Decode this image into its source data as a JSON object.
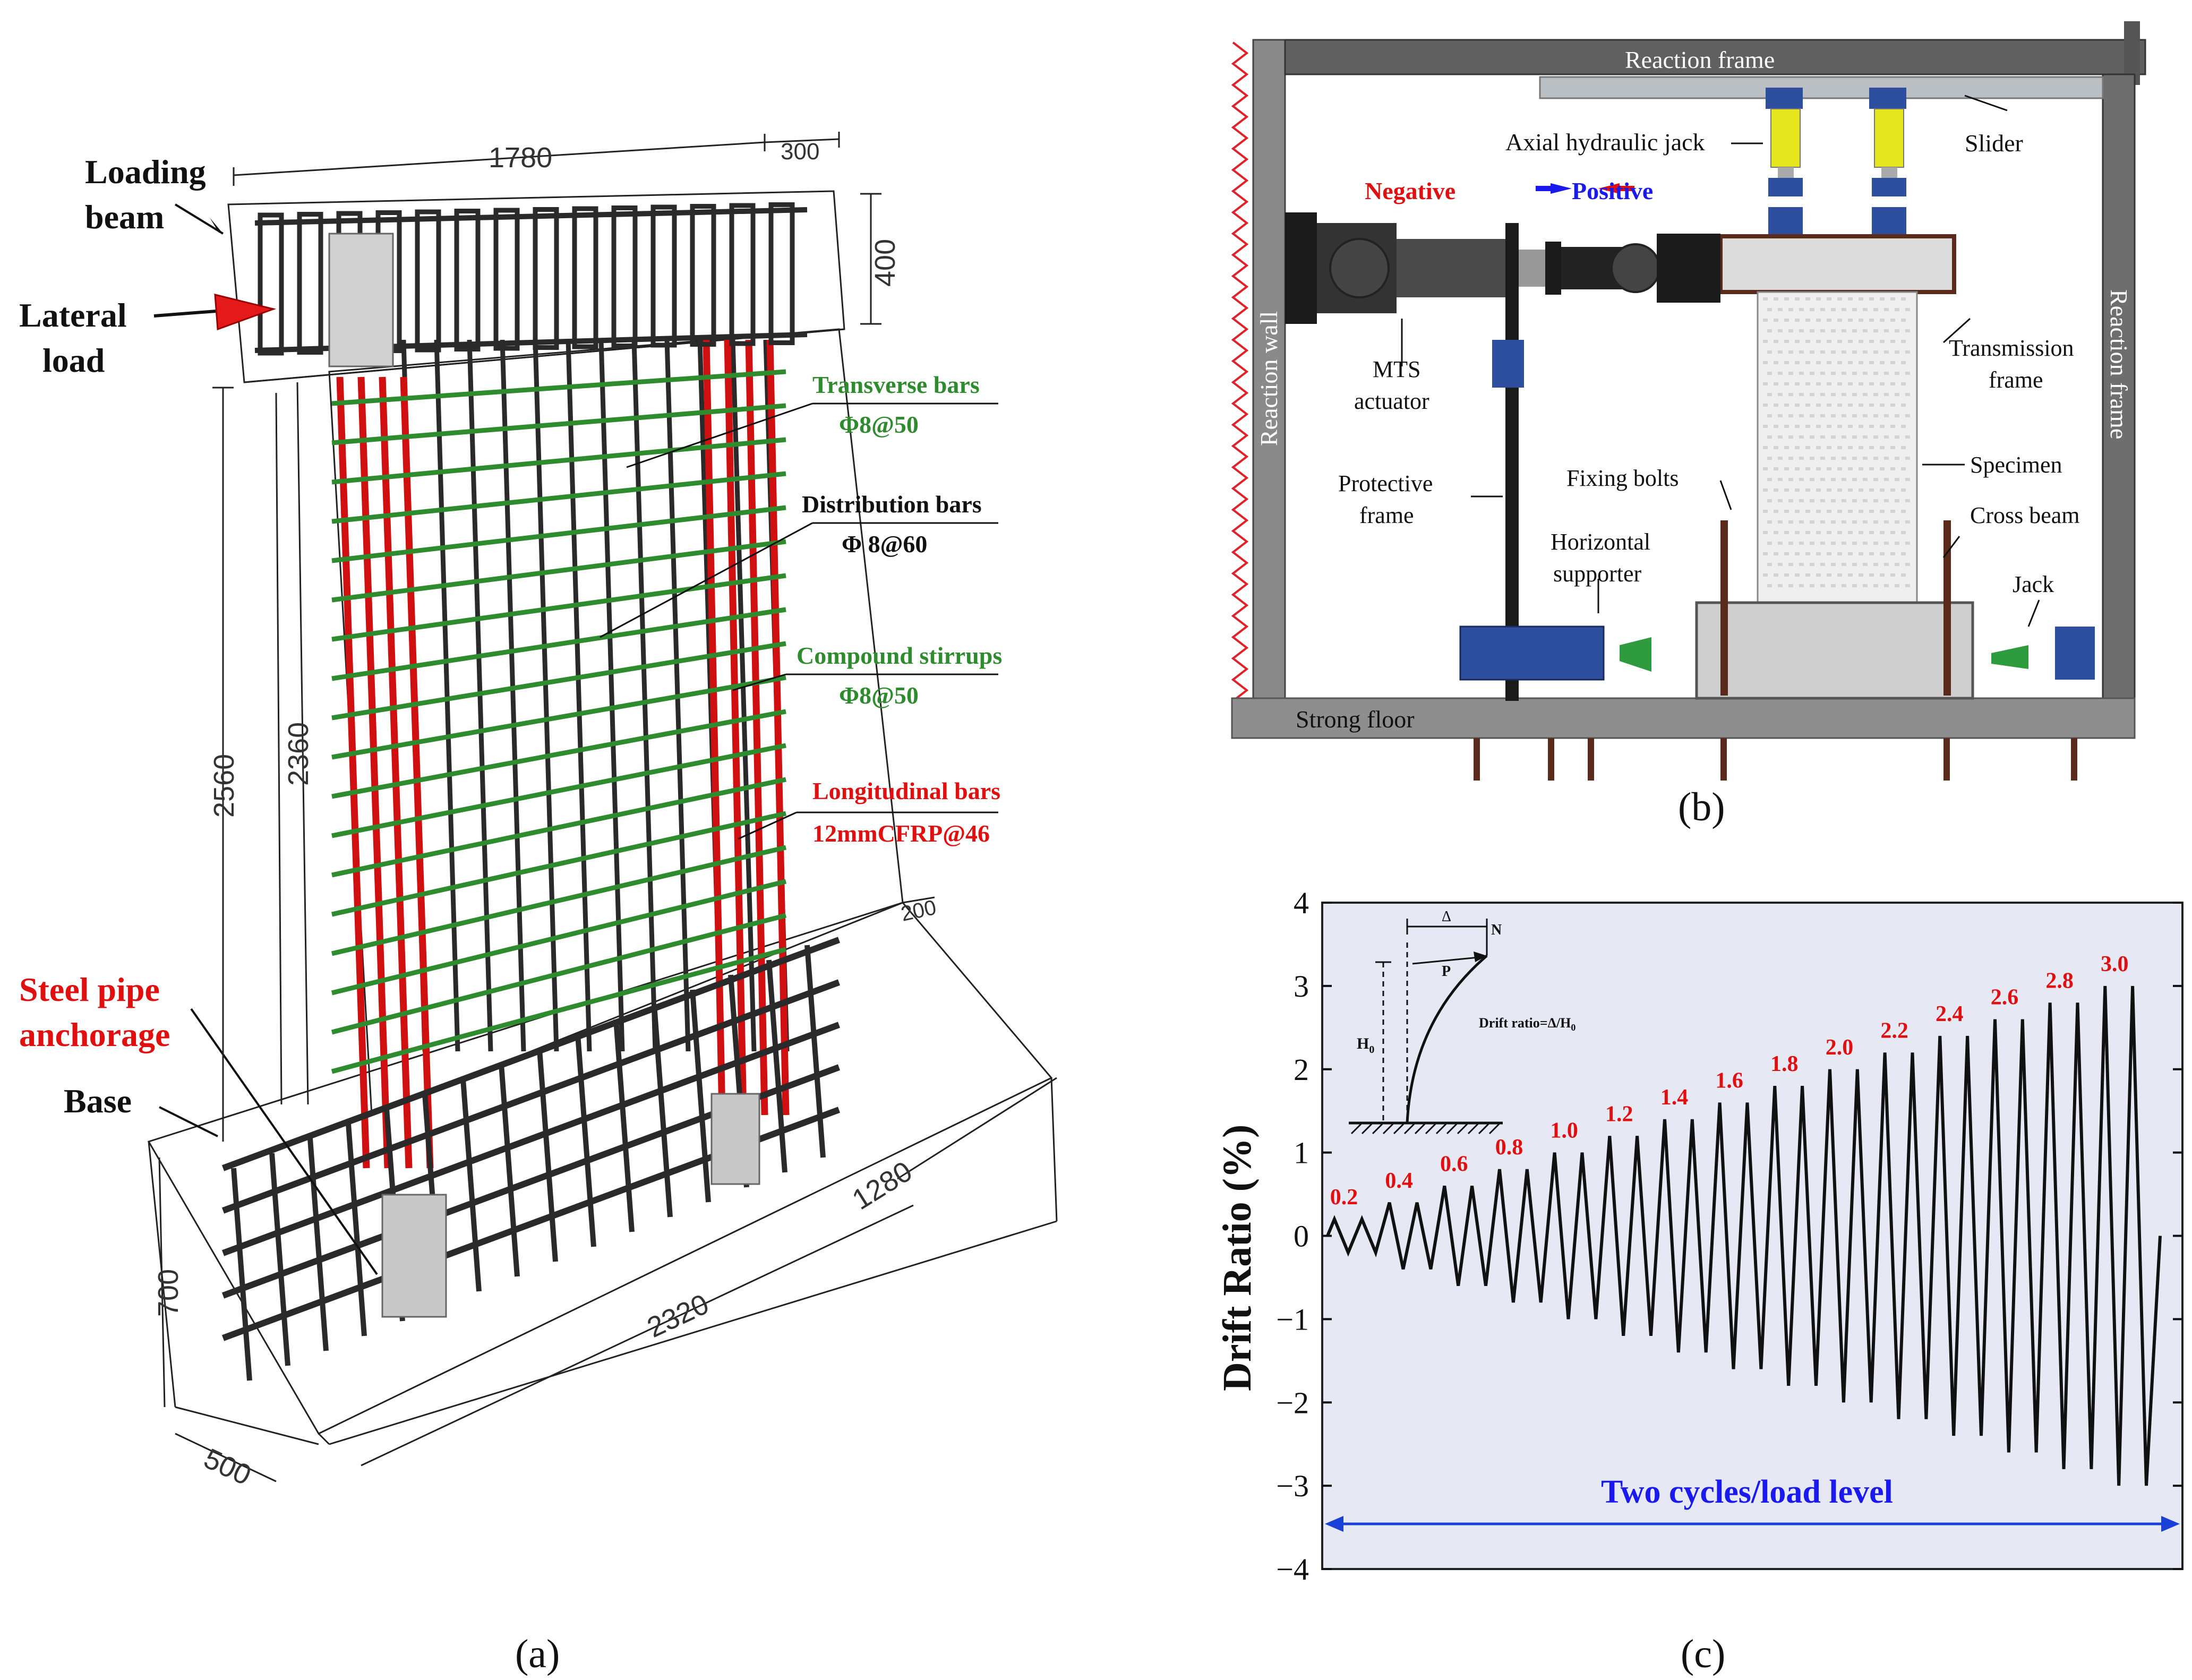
{
  "colors": {
    "longitudinal": "#d01010",
    "stirrup": "#2e8b2e",
    "steel": "#2a2a2a",
    "positive": "#1a1aee",
    "negative": "#e01010",
    "jack_yellow": "#e6e61e",
    "jack_blue": "#2d4f9e",
    "chart_bg": "#e6e8f4",
    "arrow_blue": "#1a40d8"
  },
  "panel_a": {
    "label": "(a)",
    "loading_beam": "Loading beam",
    "lateral_load": "Lateral load",
    "steel_pipe": "Steel pipe anchorage",
    "base": "Base",
    "transverse_bars": "Transverse bars",
    "transverse_spec": "Φ8@50",
    "distribution_bars": "Distribution bars",
    "distribution_spec": "Φ 8@60",
    "compound_stirrups": "Compound stirrups",
    "compound_spec": "Φ8@50",
    "longitudinal_bars": "Longitudinal bars",
    "longitudinal_spec": "12mmCFRP@46",
    "dimensions": {
      "d1780": "1780",
      "d300": "300",
      "d400": "400",
      "d2560": "2560",
      "d2360": "2360",
      "d700": "700",
      "d500": "500",
      "d2320": "2320",
      "d1280": "1280",
      "d200": "200"
    }
  },
  "panel_b": {
    "label": "(b)",
    "reaction_frame_top": "Reaction frame",
    "reaction_frame_right": "Reaction frame",
    "reaction_wall": "Reaction wall",
    "axial_jack": "Axial hydraulic jack",
    "slider": "Slider",
    "negative": "Negative",
    "positive": "Positive",
    "mts_actuator": "MTS actuator",
    "transmission_frame": "Transmission frame",
    "specimen": "Specimen",
    "protective_frame": "Protective frame",
    "fixing_bolts": "Fixing bolts",
    "horizontal_supporter": "Horizontal supporter",
    "cross_beam": "Cross beam",
    "jack": "Jack",
    "strong_floor": "Strong floor"
  },
  "panel_c": {
    "label": "(c)",
    "inset": {
      "delta": "Δ",
      "n": "N",
      "p": "P",
      "h0": "H",
      "h0_sub": "0",
      "drift_formula": "Drift ratio=Δ/H",
      "drift_sub": "0"
    },
    "two_cycles": "Two cycles/load level"
  },
  "chart_data": {
    "type": "line",
    "title": "",
    "xlabel": "",
    "ylabel": "Drift Ratio (%)",
    "ylim": [
      -4,
      4
    ],
    "yticks": [
      -4,
      -3,
      -2,
      -1,
      0,
      1,
      2,
      3,
      4
    ],
    "ytick_labels": [
      "−4",
      "−3",
      "−2",
      "−1",
      "0",
      "1",
      "2",
      "3",
      "4"
    ],
    "grid": false,
    "load_levels": [
      0.2,
      0.4,
      0.6,
      0.8,
      1.0,
      1.2,
      1.4,
      1.6,
      1.8,
      2.0,
      2.2,
      2.4,
      2.6,
      2.8,
      3.0
    ],
    "level_labels": [
      "0.2",
      "0.4",
      "0.6",
      "0.8",
      "1.0",
      "1.2",
      "1.4",
      "1.6",
      "1.8",
      "2.0",
      "2.2",
      "2.4",
      "2.6",
      "2.8",
      "3.0"
    ],
    "cycles_per_level": 2
  }
}
